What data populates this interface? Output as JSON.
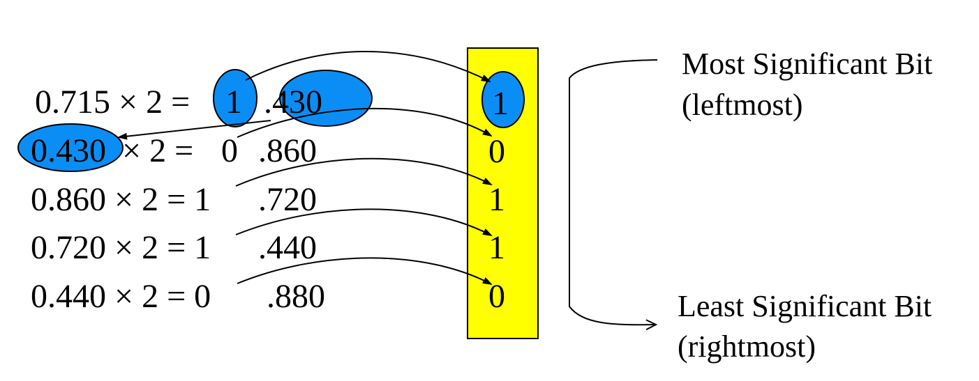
{
  "rows": [
    {
      "lhs": "0.715 × 2 =",
      "int_part": "1",
      "frac_part": ".430"
    },
    {
      "lhs": "0.430",
      "lhs_rest": "× 2 =",
      "int_part": "0",
      "frac_part": ".860"
    },
    {
      "lhs": "0.860 × 2 = 1",
      "frac_part": ".720"
    },
    {
      "lhs": "0.720 × 2 = 1",
      "frac_part": ".440"
    },
    {
      "lhs": "0.440 × 2 = 0",
      "frac_part": ".880"
    }
  ],
  "bits": [
    "1",
    "0",
    "1",
    "1",
    "0"
  ],
  "msb": {
    "line1": "Most Significant Bit",
    "line2": "(leftmost)"
  },
  "lsb": {
    "line1": "Least Significant Bit",
    "line2": "(rightmost)"
  },
  "colors": {
    "highlight": "#0a8ef5",
    "column": "#ffff00",
    "outline": "#000000"
  }
}
